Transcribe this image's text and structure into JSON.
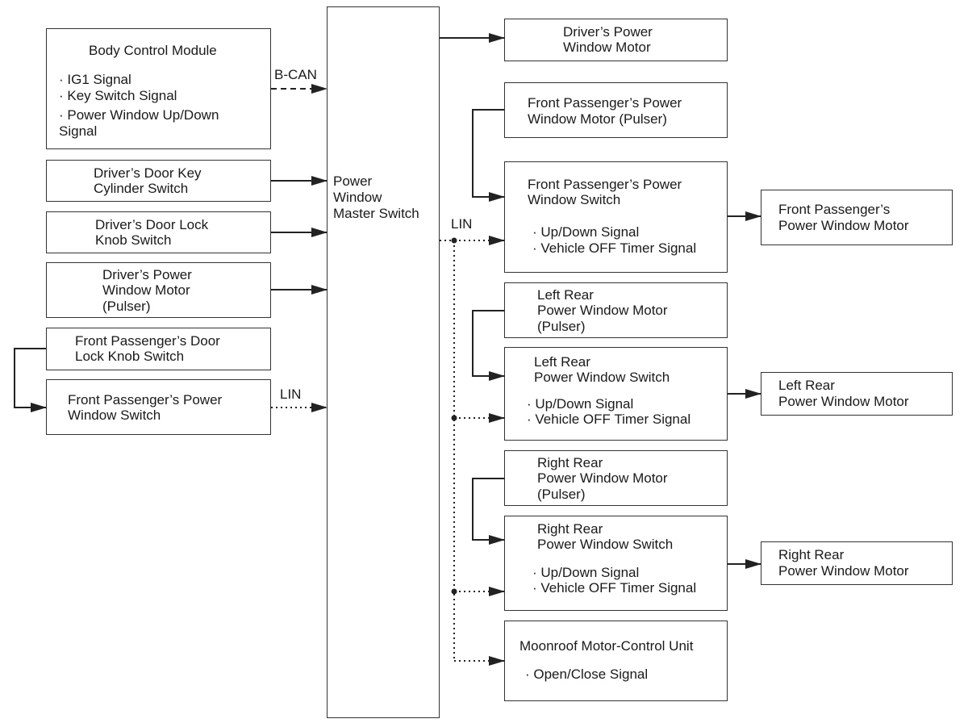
{
  "left": {
    "bcm": {
      "title": "Body Control Module",
      "items": [
        "· IG1 Signal",
        "· Key Switch Signal",
        "· Power Window Up/Down",
        "Signal"
      ]
    },
    "key_cylinder": [
      "Driver’s Door Key",
      "Cylinder Switch"
    ],
    "lock_knob": [
      "Driver’s Door Lock",
      "Knob Switch"
    ],
    "pulser": [
      "Driver’s Power",
      "Window Motor",
      "(Pulser)"
    ],
    "fp_lock_knob": [
      "Front Passenger’s Door",
      "Lock Knob Switch"
    ],
    "fp_switch": [
      "Front Passenger’s Power",
      "Window Switch"
    ]
  },
  "master": [
    "Power",
    "Window",
    "Master Switch"
  ],
  "links": {
    "bcan": "B-CAN",
    "lin_left": "LIN",
    "lin_right": "LIN"
  },
  "right": {
    "driver_motor": [
      "Driver’s Power",
      "Window Motor"
    ],
    "fp_pulser": [
      "Front Passenger’s Power",
      "Window Motor (Pulser)"
    ],
    "fp_switch": {
      "title": [
        "Front Passenger’s Power",
        "Window Switch"
      ],
      "items": [
        "· Up/Down Signal",
        "· Vehicle OFF Timer Signal"
      ]
    },
    "fp_motor": [
      "Front Passenger’s",
      "Power Window Motor"
    ],
    "lr_pulser": [
      "Left Rear",
      "Power Window Motor",
      "(Pulser)"
    ],
    "lr_switch": {
      "title": [
        "Left Rear",
        "Power Window Switch"
      ],
      "items": [
        "· Up/Down Signal",
        "· Vehicle OFF Timer Signal"
      ]
    },
    "lr_motor": [
      "Left Rear",
      "Power Window Motor"
    ],
    "rr_pulser": [
      "Right Rear",
      "Power Window Motor",
      "(Pulser)"
    ],
    "rr_switch": {
      "title": [
        "Right Rear",
        "Power Window Switch"
      ],
      "items": [
        "· Up/Down Signal",
        "· Vehicle OFF Timer Signal"
      ]
    },
    "rr_motor": [
      "Right Rear",
      "Power Window Motor"
    ],
    "moonroof": {
      "title": "Moonroof Motor-Control Unit",
      "items": [
        "· Open/Close Signal"
      ]
    }
  }
}
